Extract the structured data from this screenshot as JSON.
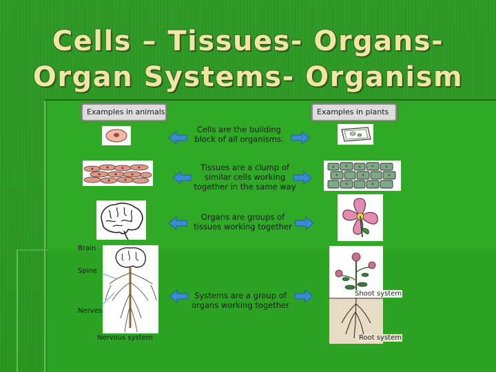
{
  "title": {
    "line1": "Cells – Tissues- Organs-",
    "line2": "Organ Systems- Organism"
  },
  "tabs": {
    "animals": "Examples in animals",
    "plants": "Examples in plants"
  },
  "rows": [
    {
      "caption_line1": "Cells are the building",
      "caption_line2": "block of all organisms."
    },
    {
      "caption_line1": "Tissues are a clump of",
      "caption_line2": "similar cells working",
      "caption_line3": "together in the same way"
    },
    {
      "caption_line1": "Organs are groups of",
      "caption_line2": "tissues working together"
    },
    {
      "caption_line1": "Systems are a group of",
      "caption_line2": "organs working together"
    }
  ],
  "labels": {
    "brain": "Brain",
    "spine": "Spine",
    "nerves": "Nerves",
    "nervous_system": "Nervous system",
    "shoot_system": "Shoot system",
    "root_system": "Root system"
  },
  "colors": {
    "background_green": "#2c9a23",
    "title_cream": "#efe6a6",
    "arrow_blue": "#3a8ad4",
    "tab_grey": "#dcdcdc"
  },
  "icons": {
    "left_arrow": "left-arrow-icon",
    "right_arrow": "right-arrow-icon"
  }
}
